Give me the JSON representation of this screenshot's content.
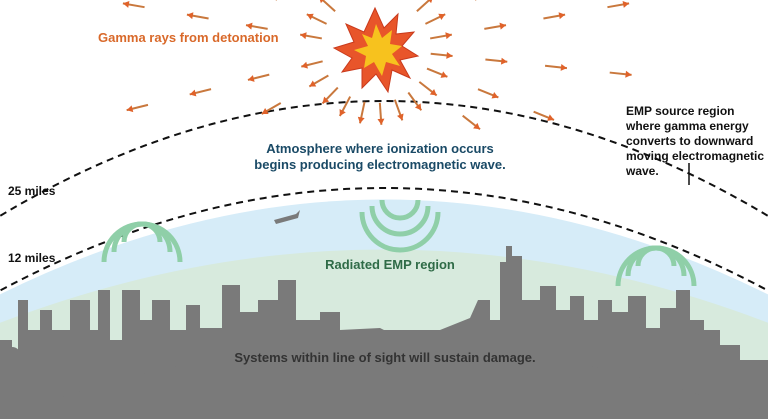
{
  "labels": {
    "gamma": "Gamma rays from detonation",
    "atmosphere": "Atmosphere where ionization occurs begins producing electromagnetic wave.",
    "source_region": "EMP source region where gamma energy converts to downward moving electromagnetic wave.",
    "altitude_25": "25 miles",
    "altitude_12": "12 miles",
    "radiated": "Radiated EMP region",
    "systems": "Systems within line of sight will sustain damage."
  },
  "colors": {
    "ionosphere_band": "#d6ecf8",
    "radiated_band": "#d7eadd",
    "ground": "#7a7a7a",
    "wave": "#8fcfa8",
    "ray": "#c9783d",
    "ray_head": "#e0622a",
    "blast_outer": "#e8552a",
    "blast_inner": "#f7c21e",
    "gamma_text": "#d9692a",
    "atmosphere_text": "#1a4a66",
    "radiated_text": "#2f6b47"
  }
}
